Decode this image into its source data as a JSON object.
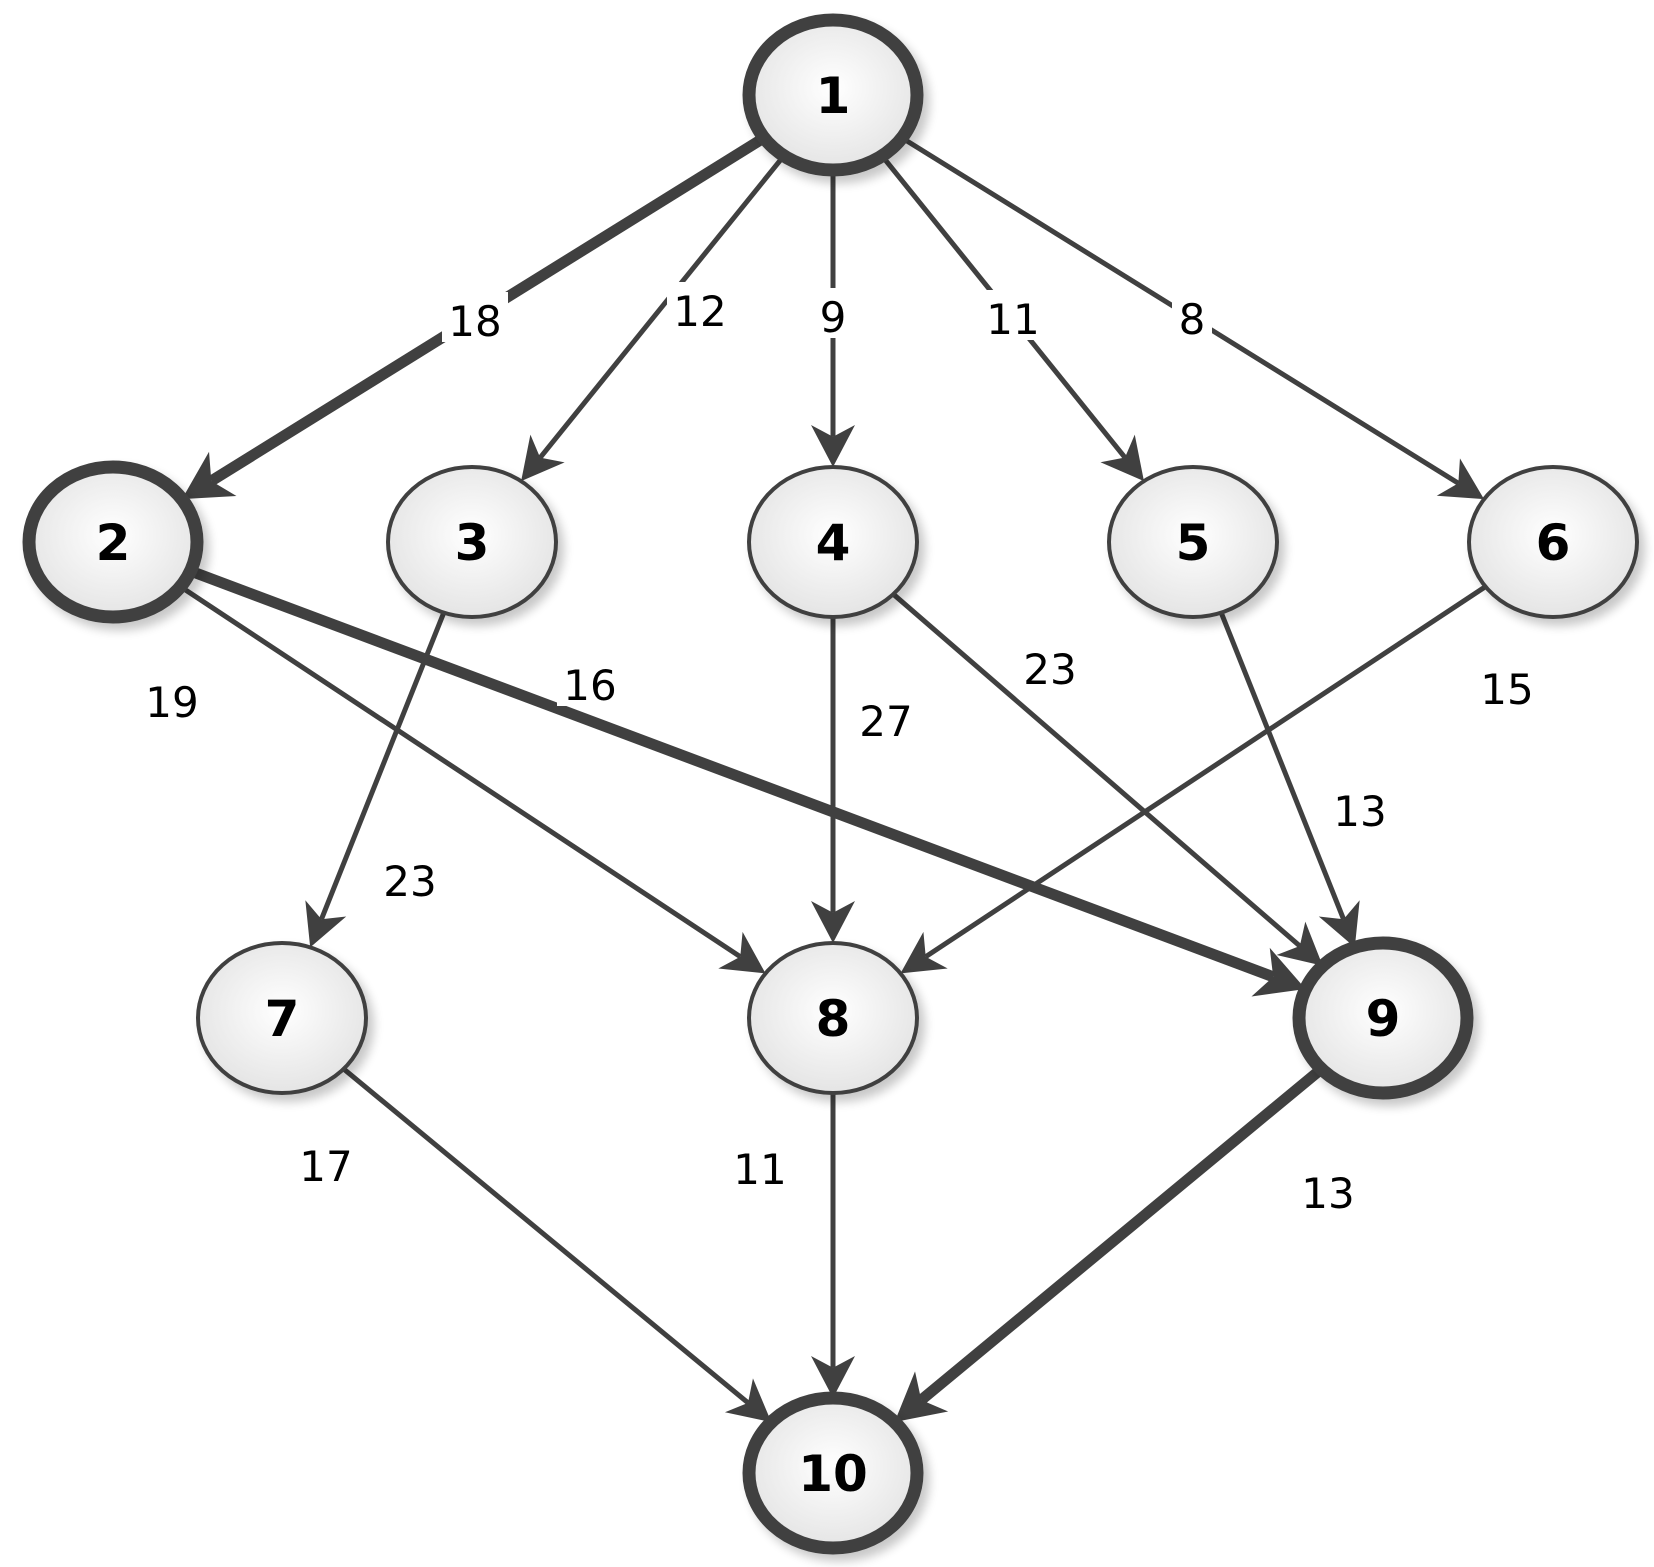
{
  "graph": {
    "nodes": [
      {
        "id": "1",
        "label": "1",
        "critical": true
      },
      {
        "id": "2",
        "label": "2",
        "critical": true
      },
      {
        "id": "3",
        "label": "3",
        "critical": false
      },
      {
        "id": "4",
        "label": "4",
        "critical": false
      },
      {
        "id": "5",
        "label": "5",
        "critical": false
      },
      {
        "id": "6",
        "label": "6",
        "critical": false
      },
      {
        "id": "7",
        "label": "7",
        "critical": false
      },
      {
        "id": "8",
        "label": "8",
        "critical": false
      },
      {
        "id": "9",
        "label": "9",
        "critical": true
      },
      {
        "id": "10",
        "label": "10",
        "critical": true
      }
    ],
    "edges": [
      {
        "from": "1",
        "to": "2",
        "weight": "18",
        "critical": true
      },
      {
        "from": "1",
        "to": "3",
        "weight": "12",
        "critical": false
      },
      {
        "from": "1",
        "to": "4",
        "weight": "9",
        "critical": false
      },
      {
        "from": "1",
        "to": "5",
        "weight": "11",
        "critical": false
      },
      {
        "from": "1",
        "to": "6",
        "weight": "8",
        "critical": false
      },
      {
        "from": "2",
        "to": "8",
        "weight": "19",
        "critical": false
      },
      {
        "from": "2",
        "to": "9",
        "weight": "16",
        "critical": true
      },
      {
        "from": "3",
        "to": "7",
        "weight": "23",
        "critical": false
      },
      {
        "from": "4",
        "to": "8",
        "weight": "27",
        "critical": false
      },
      {
        "from": "4",
        "to": "9",
        "weight": "23",
        "critical": false
      },
      {
        "from": "5",
        "to": "9",
        "weight": "13",
        "critical": false
      },
      {
        "from": "6",
        "to": "8",
        "weight": "15",
        "critical": false
      },
      {
        "from": "7",
        "to": "10",
        "weight": "17",
        "critical": false
      },
      {
        "from": "8",
        "to": "10",
        "weight": "11",
        "critical": false
      },
      {
        "from": "9",
        "to": "10",
        "weight": "13",
        "critical": true
      }
    ]
  },
  "colors": {
    "edge": "#404040",
    "node_stroke": "#404040",
    "node_fill_center": "#ffffff",
    "node_fill_edge": "#e2e2e2",
    "label": "#000000"
  }
}
